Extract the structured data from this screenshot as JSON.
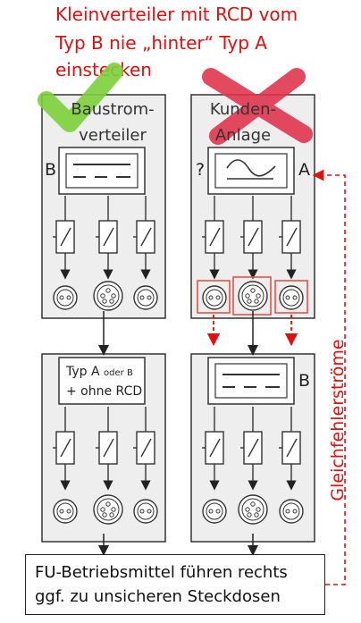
{
  "title": {
    "line1": "Kleinverteiler mit RCD vom",
    "line2": "Typ B nie „hinter“ Typ A",
    "line3": "einstecken"
  },
  "panels": {
    "top_left": {
      "label_line1": "Baustrom-",
      "label_line2": "verteiler",
      "rcd_type": "B",
      "verdict": "check"
    },
    "top_right": {
      "label_line1": "Kunden-",
      "label_line2": "Anlage",
      "rcd_type_left": "?",
      "rcd_type_right": "A",
      "verdict": "cross"
    },
    "bottom_left": {
      "box_line1": "Typ A",
      "box_line1_small": "oder B",
      "box_line2": "+ ohne RCD"
    },
    "bottom_right": {
      "rcd_type": "B"
    }
  },
  "side_label": "Gleichfehlerströme",
  "caption": {
    "line1": "FU-Betriebsmittel führen rechts",
    "line2": "ggf. zu unsicheren Steckdosen"
  },
  "colors": {
    "warning_red": "#e01010",
    "check_green": "#7ccf3a",
    "cross_red": "#e0324a",
    "socket_highlight": "#d9826a",
    "panel_fill": "#eeeeee",
    "line": "#333333"
  },
  "icons": [
    "check-mark-icon",
    "cross-mark-icon",
    "rcd-box-icon",
    "breaker-switch-icon",
    "socket-icon",
    "arrow-down-icon",
    "arrow-left-icon"
  ]
}
